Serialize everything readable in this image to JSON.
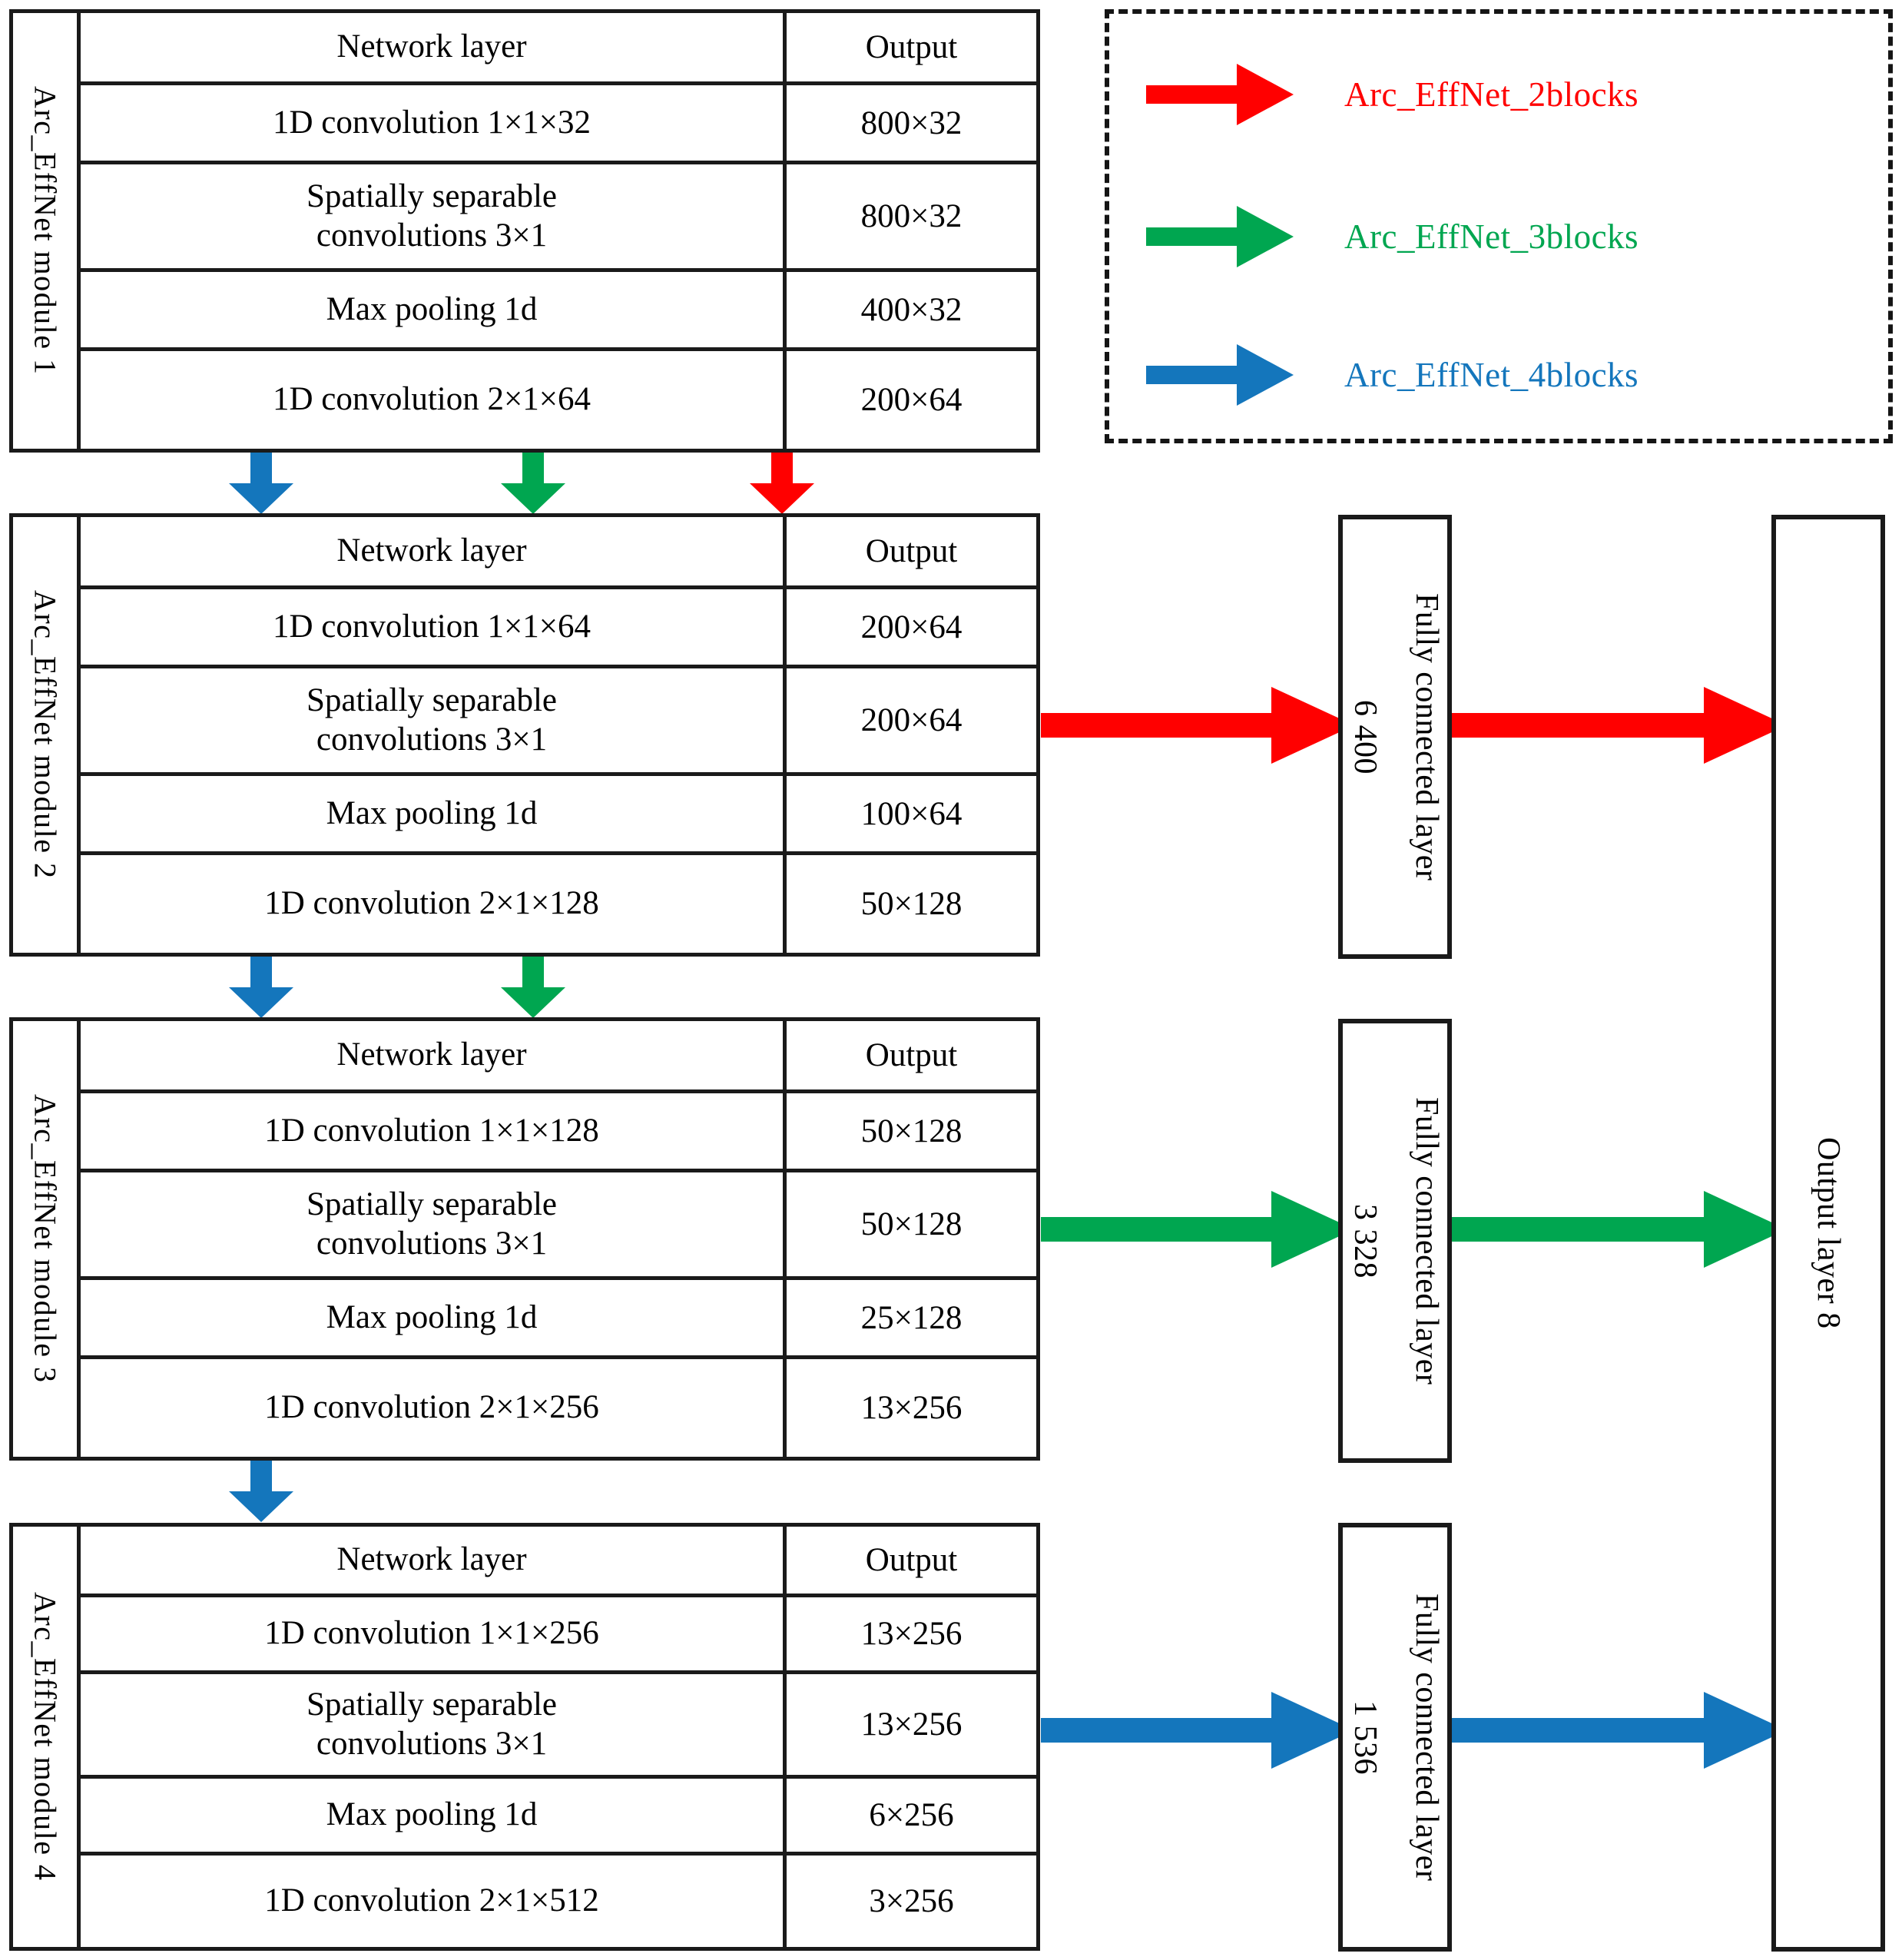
{
  "colors": {
    "red": "#FF0000",
    "green": "#00A650",
    "blue": "#1476BC",
    "line": "#1a1a1a"
  },
  "legend": {
    "items": [
      {
        "label": "Arc_EffNet_2blocks",
        "color": "#FF0000",
        "arrow": "right-arrow-icon"
      },
      {
        "label": "Arc_EffNet_3blocks",
        "color": "#00A650",
        "arrow": "right-arrow-icon"
      },
      {
        "label": "Arc_EffNet_4blocks",
        "color": "#1476BC",
        "arrow": "right-arrow-icon"
      }
    ]
  },
  "common": {
    "header_layer": "Network layer",
    "header_output": "Output"
  },
  "modules": [
    {
      "label": "Arc_EffNet module 1",
      "rows": [
        {
          "layer": "Network layer",
          "output": "Output",
          "header": true
        },
        {
          "layer": "1D convolution  1×1×32",
          "output": "800×32"
        },
        {
          "layer_l1": "Spatially separable",
          "layer_l2": "convolutions  3×1",
          "output": "800×32"
        },
        {
          "layer": "Max pooling 1d",
          "output": "400×32"
        },
        {
          "layer": "1D convolution  2×1×64",
          "output": "200×64"
        }
      ]
    },
    {
      "label": "Arc_EffNet module 2",
      "rows": [
        {
          "layer": "Network layer",
          "output": "Output",
          "header": true
        },
        {
          "layer": "1D convolution  1×1×64",
          "output": "200×64"
        },
        {
          "layer_l1": "Spatially separable",
          "layer_l2": "convolutions  3×1",
          "output": "200×64"
        },
        {
          "layer": "Max pooling 1d",
          "output": "100×64"
        },
        {
          "layer": "1D convolution  2×1×128",
          "output": "50×128"
        }
      ]
    },
    {
      "label": "Arc_EffNet module 3",
      "rows": [
        {
          "layer": "Network layer",
          "output": "Output",
          "header": true
        },
        {
          "layer": "1D convolution  1×1×128",
          "output": "50×128"
        },
        {
          "layer_l1": "Spatially separable",
          "layer_l2": "convolutions  3×1",
          "output": "50×128"
        },
        {
          "layer": "Max pooling 1d",
          "output": "25×128"
        },
        {
          "layer": "1D convolution  2×1×256",
          "output": "13×256"
        }
      ]
    },
    {
      "label": "Arc_EffNet module 4",
      "rows": [
        {
          "layer": "Network layer",
          "output": "Output",
          "header": true
        },
        {
          "layer": "1D convolution  1×1×256",
          "output": "13×256"
        },
        {
          "layer_l1": "Spatially separable",
          "layer_l2": "convolutions  3×1",
          "output": "13×256"
        },
        {
          "layer": "Max pooling 1d",
          "output": "6×256"
        },
        {
          "layer": "1D convolution  2×1×512",
          "output": "3×256"
        }
      ]
    }
  ],
  "fc_layers": [
    {
      "name": "Fully connected layer",
      "units": "6 400",
      "color": "#FF0000"
    },
    {
      "name": "Fully connected layer",
      "units": "3 328",
      "color": "#00A650"
    },
    {
      "name": "Fully connected layer",
      "units": "1 536",
      "color": "#1476BC"
    }
  ],
  "output_layer": {
    "name": "Output layer",
    "units": "8"
  }
}
